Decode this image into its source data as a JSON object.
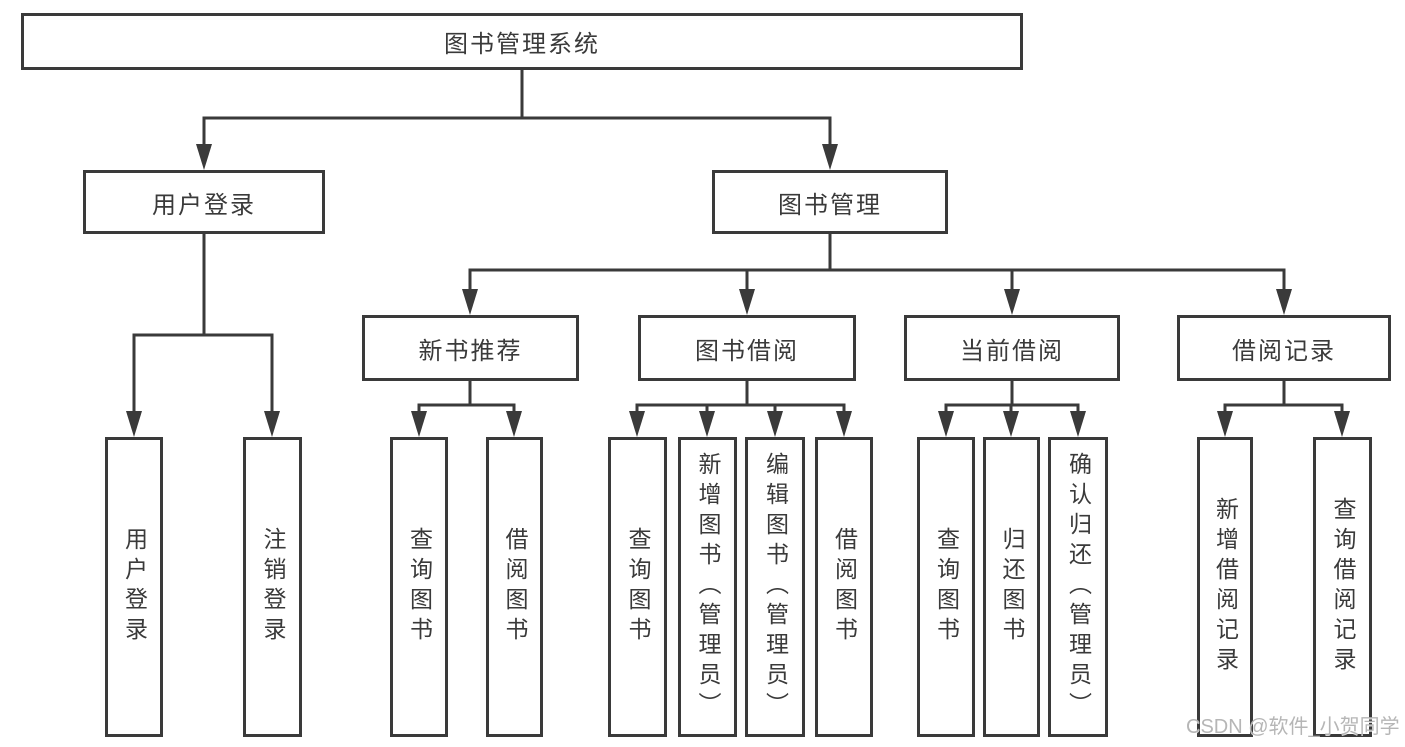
{
  "diagram": {
    "root": {
      "label": "图书管理系统"
    },
    "level2": [
      {
        "label": "用户登录"
      },
      {
        "label": "图书管理"
      }
    ],
    "level3": [
      {
        "label": "新书推荐"
      },
      {
        "label": "图书借阅"
      },
      {
        "label": "当前借阅"
      },
      {
        "label": "借阅记录"
      }
    ],
    "leaves": {
      "login": [
        "用户登录",
        "注销登录"
      ],
      "new_book": [
        "查询图书",
        "借阅图书"
      ],
      "borrow": [
        "查询图书",
        "新增图书（管理员）",
        "编辑图书（管理员）",
        "借阅图书"
      ],
      "current": [
        "查询图书",
        "归还图书",
        "确认归还（管理员）"
      ],
      "record": [
        "新增借阅记录",
        "查询借阅记录"
      ]
    }
  },
  "watermark": {
    "text": "CSDN @软件_小贺同学"
  },
  "colors": {
    "line": "#3a3a3a",
    "text": "#3a3a3a",
    "watermark": "#b2b2b2",
    "background": "#ffffff"
  }
}
